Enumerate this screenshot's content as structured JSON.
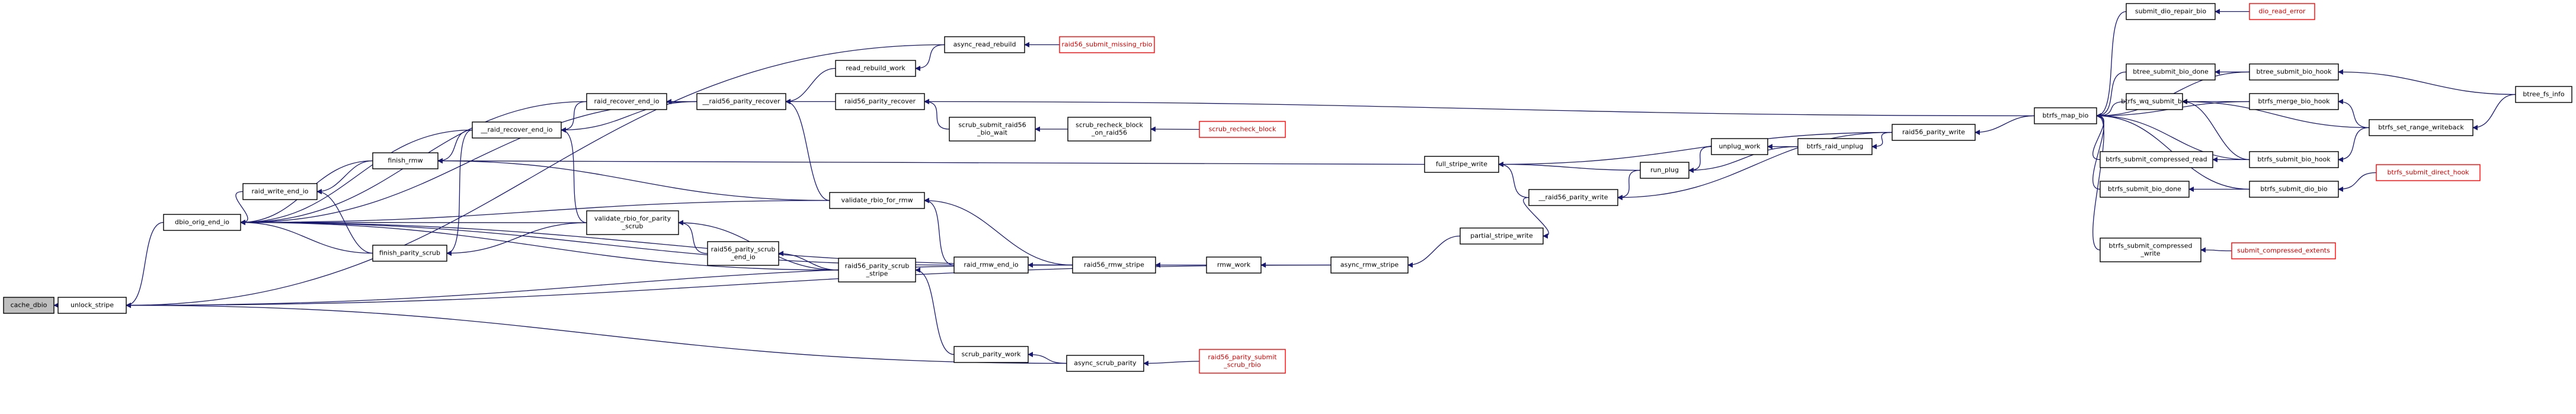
{
  "colors": {
    "edge": "#191970",
    "root_fill": "#bfbfbf",
    "external_border": "#ff0000",
    "node_border": "#000000"
  },
  "nodes": [
    {
      "id": "cache_dbio",
      "lines": [
        "cache_dbio"
      ],
      "root": true
    },
    {
      "id": "unlock_stripe",
      "lines": [
        "unlock_stripe"
      ]
    },
    {
      "id": "dbio_orig_end_io",
      "lines": [
        "dbio_orig_end_io"
      ]
    },
    {
      "id": "raid_write_end_io",
      "lines": [
        "raid_write_end_io"
      ]
    },
    {
      "id": "finish_rmw",
      "lines": [
        "finish_rmw"
      ]
    },
    {
      "id": "finish_parity_scrub",
      "lines": [
        "finish_parity_scrub"
      ]
    },
    {
      "id": "__raid_recover_end_io",
      "lines": [
        "__raid_recover_end_io"
      ]
    },
    {
      "id": "raid_recover_end_io",
      "lines": [
        "raid_recover_end_io"
      ]
    },
    {
      "id": "__raid56_parity_recover",
      "lines": [
        "__raid56_parity_recover"
      ]
    },
    {
      "id": "validate_rbio_for_parity_scrub",
      "lines": [
        "validate_rbio_for_parity",
        "_scrub"
      ]
    },
    {
      "id": "raid56_parity_scrub_end_io",
      "lines": [
        "raid56_parity_scrub",
        "_end_io"
      ]
    },
    {
      "id": "raid56_parity_scrub_stripe",
      "lines": [
        "raid56_parity_scrub",
        "_stripe"
      ]
    },
    {
      "id": "raid_rmw_end_io",
      "lines": [
        "raid_rmw_end_io"
      ]
    },
    {
      "id": "scrub_parity_work",
      "lines": [
        "scrub_parity_work"
      ]
    },
    {
      "id": "async_scrub_parity",
      "lines": [
        "async_scrub_parity"
      ]
    },
    {
      "id": "raid56_parity_submit_scrub_rbio",
      "lines": [
        "raid56_parity_submit",
        "_scrub_rbio"
      ],
      "external": true
    },
    {
      "id": "validate_rbio_for_rmw",
      "lines": [
        "validate_rbio_for_rmw"
      ]
    },
    {
      "id": "raid56_rmw_stripe",
      "lines": [
        "raid56_rmw_stripe"
      ]
    },
    {
      "id": "rmw_work",
      "lines": [
        "rmw_work"
      ]
    },
    {
      "id": "async_rmw_stripe",
      "lines": [
        "async_rmw_stripe"
      ]
    },
    {
      "id": "partial_stripe_write",
      "lines": [
        "partial_stripe_write"
      ]
    },
    {
      "id": "read_rebuild_work",
      "lines": [
        "read_rebuild_work"
      ]
    },
    {
      "id": "async_read_rebuild",
      "lines": [
        "async_read_rebuild"
      ]
    },
    {
      "id": "raid56_submit_missing_rbio",
      "lines": [
        "raid56_submit_missing_rbio"
      ],
      "external": true
    },
    {
      "id": "raid56_parity_recover",
      "lines": [
        "raid56_parity_recover"
      ]
    },
    {
      "id": "scrub_submit_raid56_bio_wait",
      "lines": [
        "scrub_submit_raid56",
        "_bio_wait"
      ]
    },
    {
      "id": "scrub_recheck_block_on_raid56",
      "lines": [
        "scrub_recheck_block",
        "_on_raid56"
      ]
    },
    {
      "id": "scrub_recheck_block",
      "lines": [
        "scrub_recheck_block"
      ],
      "external": true
    },
    {
      "id": "full_stripe_write",
      "lines": [
        "full_stripe_write"
      ]
    },
    {
      "id": "__raid56_parity_write",
      "lines": [
        "__raid56_parity_write"
      ]
    },
    {
      "id": "run_plug",
      "lines": [
        "run_plug"
      ]
    },
    {
      "id": "unplug_work",
      "lines": [
        "unplug_work"
      ]
    },
    {
      "id": "btrfs_raid_unplug",
      "lines": [
        "btrfs_raid_unplug"
      ]
    },
    {
      "id": "raid56_parity_write",
      "lines": [
        "raid56_parity_write"
      ]
    },
    {
      "id": "btrfs_map_bio",
      "lines": [
        "btrfs_map_bio"
      ]
    },
    {
      "id": "submit_dio_repair_bio",
      "lines": [
        "submit_dio_repair_bio"
      ]
    },
    {
      "id": "dio_read_error",
      "lines": [
        "dio_read_error"
      ],
      "external": true
    },
    {
      "id": "btree_submit_bio_done",
      "lines": [
        "btree_submit_bio_done"
      ]
    },
    {
      "id": "btree_submit_bio_hook",
      "lines": [
        "btree_submit_bio_hook"
      ]
    },
    {
      "id": "btree_fs_info",
      "lines": [
        "btree_fs_info"
      ]
    },
    {
      "id": "btrfs_wq_submit_bio",
      "lines": [
        "btrfs_wq_submit_bio"
      ]
    },
    {
      "id": "btrfs_merge_bio_hook",
      "lines": [
        "btrfs_merge_bio_hook"
      ]
    },
    {
      "id": "btrfs_set_range_writeback",
      "lines": [
        "btrfs_set_range_writeback"
      ]
    },
    {
      "id": "btrfs_submit_compressed_read",
      "lines": [
        "btrfs_submit_compressed_read"
      ]
    },
    {
      "id": "btrfs_submit_bio_hook",
      "lines": [
        "btrfs_submit_bio_hook"
      ]
    },
    {
      "id": "btrfs_submit_direct_hook",
      "lines": [
        "btrfs_submit_direct_hook"
      ],
      "external": true
    },
    {
      "id": "btrfs_submit_bio_done",
      "lines": [
        "btrfs_submit_bio_done"
      ]
    },
    {
      "id": "btrfs_submit_dio_bio",
      "lines": [
        "btrfs_submit_dio_bio"
      ]
    },
    {
      "id": "btrfs_submit_compressed_write",
      "lines": [
        "btrfs_submit_compressed",
        "_write"
      ]
    },
    {
      "id": "submit_compressed_extents",
      "lines": [
        "submit_compressed_extents"
      ],
      "external": true
    }
  ]
}
